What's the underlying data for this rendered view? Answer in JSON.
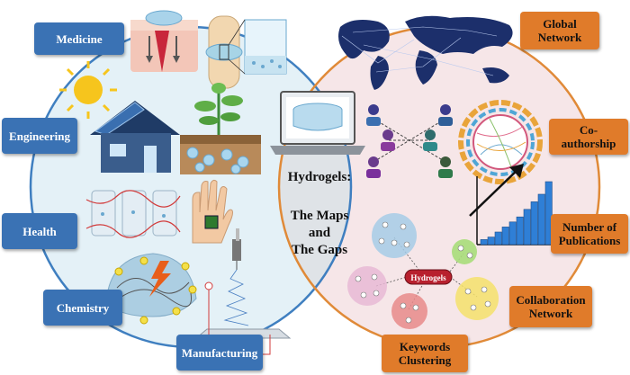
{
  "left_labels": [
    {
      "id": "medicine",
      "text": "Medicine"
    },
    {
      "id": "engineering",
      "text": "Engineering"
    },
    {
      "id": "health",
      "text": "Health"
    },
    {
      "id": "chemistry",
      "text": "Chemistry"
    },
    {
      "id": "manufacturing",
      "text": "Manufacturing"
    }
  ],
  "right_labels": [
    {
      "id": "global",
      "text": "Global Network"
    },
    {
      "id": "coauthor",
      "text": "Co-authorship"
    },
    {
      "id": "publications",
      "text": "Number of Publications"
    },
    {
      "id": "collab",
      "text": "Collaboration Network"
    },
    {
      "id": "keywords",
      "text": "Keywords Clustering"
    }
  ],
  "center": {
    "title": "Hydrogels:",
    "line1": "The Maps",
    "line2": "and",
    "line3": "The Gaps"
  },
  "network_hub": "Hydrogels",
  "colors": {
    "left_fill": "#e4f1f7",
    "right_fill": "#f6e6e8",
    "overlap_fill": "#dfe3e7",
    "left_border": "#3f7fc0",
    "right_border": "#e08a38",
    "blue_box": "#3a72b4",
    "orange_box": "#e07b2a"
  },
  "chart_data": {
    "type": "bar",
    "values": [
      2,
      3,
      5,
      7,
      9,
      11,
      14,
      17,
      20,
      25
    ]
  },
  "icons": [
    "skin-wound-icon",
    "knee-joint-icon",
    "sun-icon",
    "solar-house-icon",
    "plant-icon",
    "hand-patch-icon",
    "cell-chip-icon",
    "electrospinning-icon",
    "molecule-icon",
    "laptop-hydrogel-icon",
    "world-map-icon",
    "researcher-icon",
    "chord-diagram-icon",
    "trend-arrow-icon"
  ]
}
